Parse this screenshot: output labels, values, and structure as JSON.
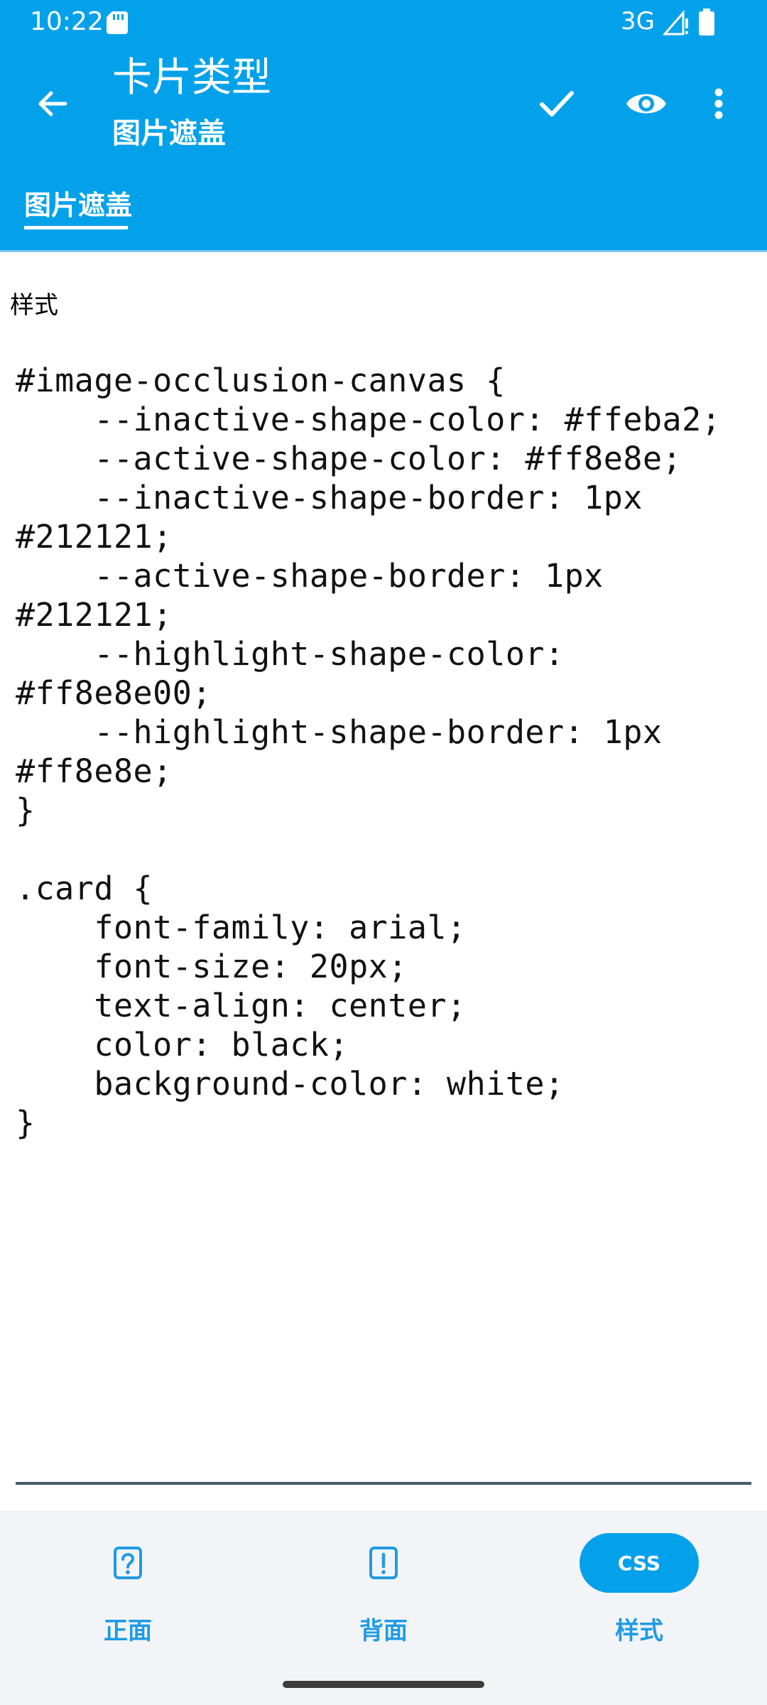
{
  "status_bar": {
    "time": "10:22",
    "network": "3G",
    "icons": [
      "sd-card-icon",
      "signal-icon",
      "battery-icon"
    ]
  },
  "app_bar": {
    "title": "卡片类型",
    "subtitle": "图片遮盖",
    "actions": [
      "back-arrow-icon",
      "check-icon",
      "eye-icon",
      "more-vert-icon"
    ],
    "background_color": "#03a1ea"
  },
  "tabs": [
    {
      "label": "图片遮盖",
      "selected": true
    }
  ],
  "editor": {
    "section_label": "样式",
    "css": "#image-occlusion-canvas {\n    --inactive-shape-color: #ffeba2;\n    --active-shape-color: #ff8e8e;\n    --inactive-shape-border: 1px\n#212121;\n    --active-shape-border: 1px\n#212121;\n    --highlight-shape-color:\n#ff8e8e00;\n    --highlight-shape-border: 1px\n#ff8e8e;\n}\n\n.card {\n    font-family: arial;\n    font-size: 20px;\n    text-align: center;\n    color: black;\n    background-color: white;\n}"
  },
  "bottom_nav": {
    "items": [
      {
        "label": "正面",
        "icon": "question-card-icon",
        "selected": false
      },
      {
        "label": "背面",
        "icon": "exclamation-card-icon",
        "selected": false
      },
      {
        "label": "样式",
        "icon_text": "CSS",
        "selected": true
      }
    ],
    "accent_color": "#1e9be4"
  }
}
